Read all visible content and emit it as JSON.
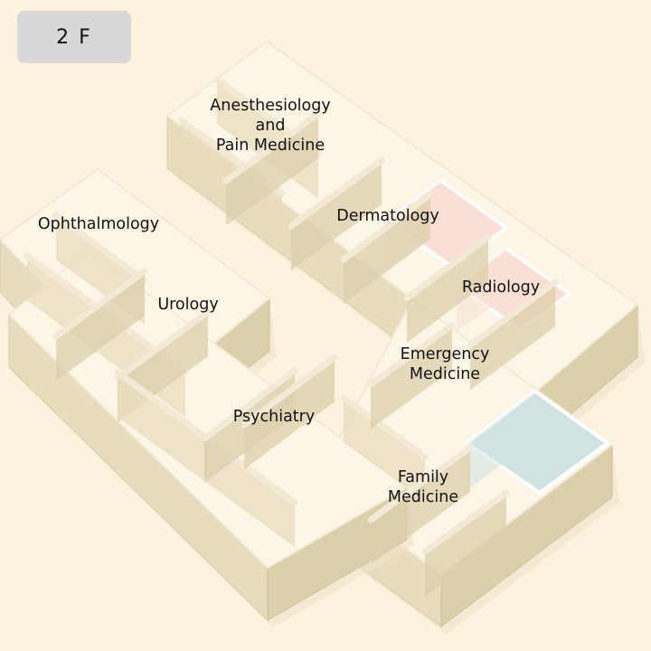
{
  "floor": {
    "label": "2 F"
  },
  "departments": [
    {
      "id": "anesthesiology",
      "lines": [
        "Anesthesiology",
        "and",
        "Pain Medicine"
      ]
    },
    {
      "id": "dermatology",
      "lines": [
        "Dermatology"
      ]
    },
    {
      "id": "ophthalmology",
      "lines": [
        "Ophthalmology"
      ]
    },
    {
      "id": "urology",
      "lines": [
        "Urology"
      ]
    },
    {
      "id": "radiology",
      "lines": [
        "Radiology"
      ]
    },
    {
      "id": "emergency-medicine",
      "lines": [
        "Emergency",
        "Medicine"
      ]
    },
    {
      "id": "psychiatry",
      "lines": [
        "Psychiatry"
      ]
    },
    {
      "id": "family-medicine",
      "lines": [
        "Family",
        "Medicine"
      ]
    }
  ],
  "colors": {
    "background": "#fcf3de",
    "floor": "#fdf6e6",
    "wall_top": "#f3ead6",
    "wall_left": "#e8dcbe",
    "wall_right": "#dccfac",
    "highlight_pink": "#f9dfd4",
    "highlight_blue": "#cfe3e3"
  }
}
